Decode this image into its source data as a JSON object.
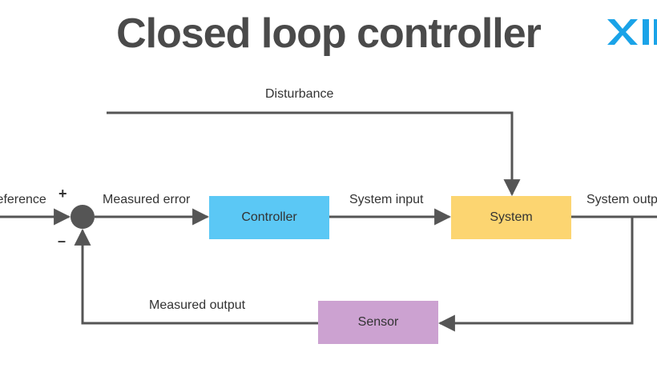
{
  "title": "Closed loop controller",
  "logo_text": "XII",
  "colors": {
    "title": "#4a4a4a",
    "line": "#555555",
    "controller": "#5bc8f5",
    "system": "#fcd571",
    "sensor": "#cca2d1",
    "logo": "#1aa3e8"
  },
  "blocks": {
    "controller": "Controller",
    "system": "System",
    "sensor": "Sensor"
  },
  "signals": {
    "reference": "Reference",
    "measured_error": "Measured error",
    "system_input": "System input",
    "system_output": "System output",
    "measured_output": "Measured output",
    "disturbance": "Disturbance"
  },
  "summing_junction": {
    "plus": "+",
    "minus": "–"
  }
}
